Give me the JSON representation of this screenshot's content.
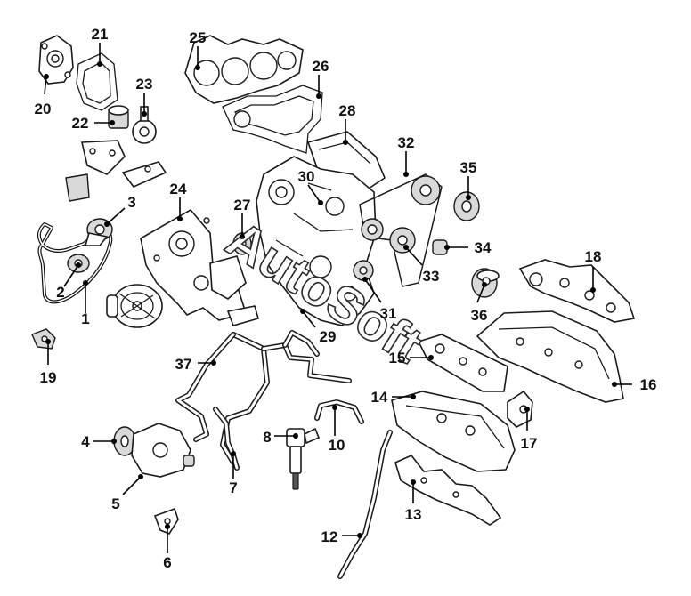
{
  "watermark": "AutoSoft",
  "callouts": [
    {
      "n": "1",
      "name": "callout-1"
    },
    {
      "n": "2",
      "name": "callout-2"
    },
    {
      "n": "3",
      "name": "callout-3"
    },
    {
      "n": "4",
      "name": "callout-4"
    },
    {
      "n": "5",
      "name": "callout-5"
    },
    {
      "n": "6",
      "name": "callout-6"
    },
    {
      "n": "7",
      "name": "callout-7"
    },
    {
      "n": "8",
      "name": "callout-8"
    },
    {
      "n": "10",
      "name": "callout-10"
    },
    {
      "n": "12",
      "name": "callout-12"
    },
    {
      "n": "13",
      "name": "callout-13"
    },
    {
      "n": "14",
      "name": "callout-14"
    },
    {
      "n": "15",
      "name": "callout-15"
    },
    {
      "n": "16",
      "name": "callout-16"
    },
    {
      "n": "17",
      "name": "callout-17"
    },
    {
      "n": "18",
      "name": "callout-18"
    },
    {
      "n": "19",
      "name": "callout-19"
    },
    {
      "n": "20",
      "name": "callout-20"
    },
    {
      "n": "21",
      "name": "callout-21"
    },
    {
      "n": "22",
      "name": "callout-22"
    },
    {
      "n": "23",
      "name": "callout-23"
    },
    {
      "n": "24",
      "name": "callout-24"
    },
    {
      "n": "25",
      "name": "callout-25"
    },
    {
      "n": "26",
      "name": "callout-26"
    },
    {
      "n": "27",
      "name": "callout-27"
    },
    {
      "n": "28",
      "name": "callout-28"
    },
    {
      "n": "29",
      "name": "callout-29"
    },
    {
      "n": "30",
      "name": "callout-30"
    },
    {
      "n": "31",
      "name": "callout-31"
    },
    {
      "n": "32",
      "name": "callout-32"
    },
    {
      "n": "33",
      "name": "callout-33"
    },
    {
      "n": "34",
      "name": "callout-34"
    },
    {
      "n": "35",
      "name": "callout-35"
    },
    {
      "n": "36",
      "name": "callout-36"
    },
    {
      "n": "37",
      "name": "callout-37"
    }
  ]
}
